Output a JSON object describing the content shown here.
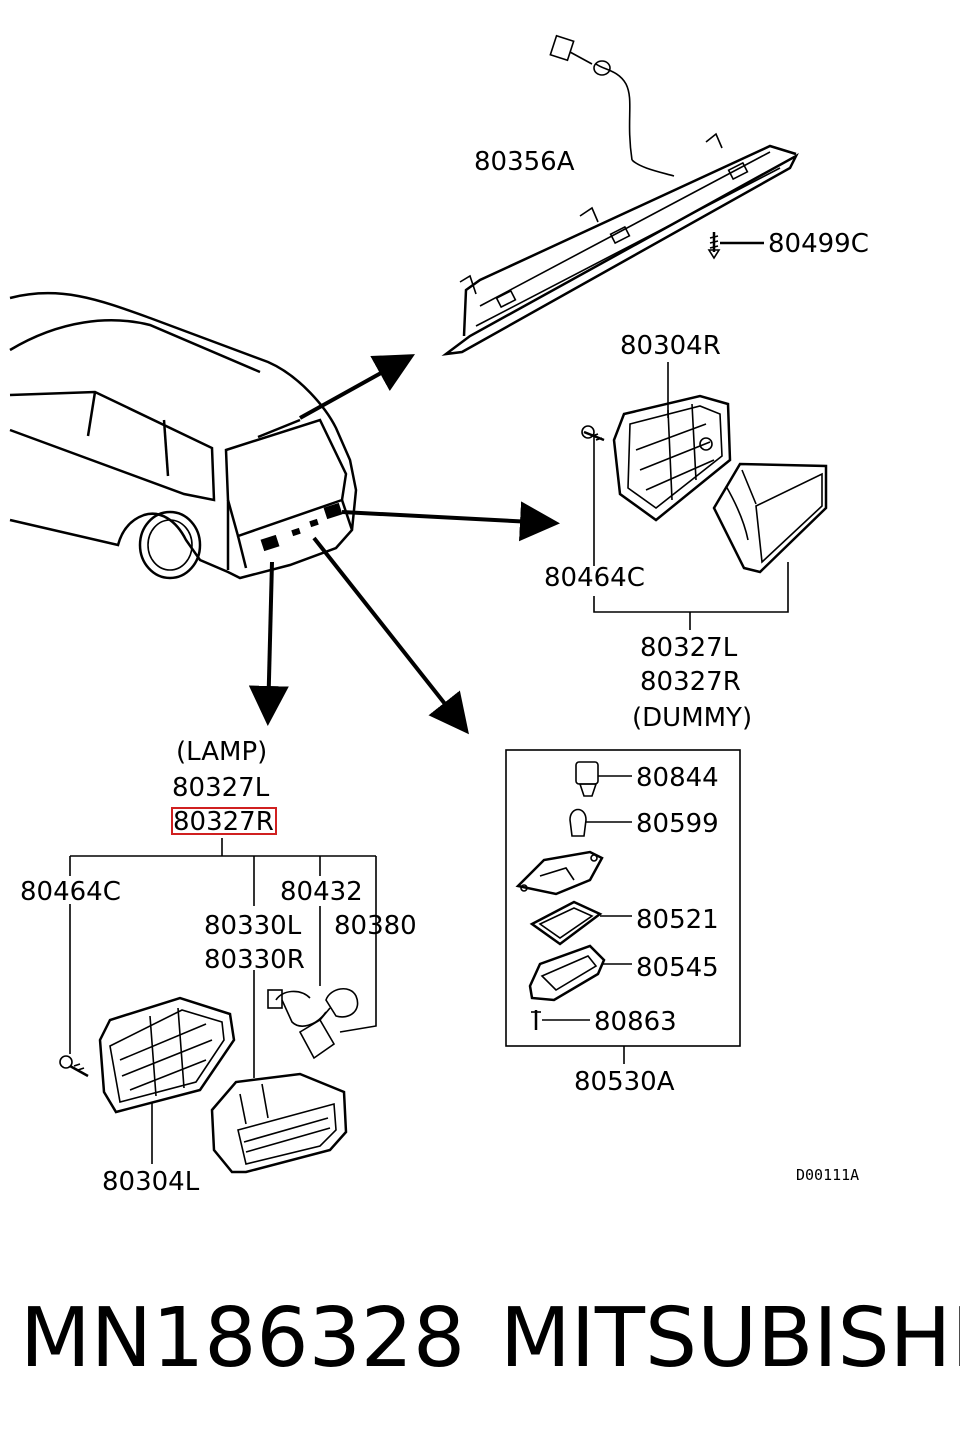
{
  "labels": {
    "p80356a": "80356A",
    "p80499c": "80499C",
    "p80304r": "80304R",
    "p80464c_top": "80464C",
    "p80327l_top": "80327L",
    "p80327r_top": "80327R",
    "dummy": "(DUMMY)",
    "lamp": "(LAMP)",
    "p80327l": "80327L",
    "p80327r_highlight": "80327R",
    "p80464c": "80464C",
    "p80432": "80432",
    "p80330l": "80330L",
    "p80380": "80380",
    "p80330r": "80330R",
    "p80304l": "80304L",
    "p80844": "80844",
    "p80599": "80599",
    "p80521": "80521",
    "p80545": "80545",
    "p80863": "80863",
    "p80530a": "80530A",
    "diagram_code": "D00111A"
  },
  "footer": {
    "part_number": "MN186328",
    "brand": "MITSUBISHI"
  },
  "colors": {
    "highlight_box": "#d02020",
    "ink": "#000000"
  },
  "icons": {
    "car": "car-rear-view-icon",
    "lamp_assembly": "tail-lamp-assembly-icon",
    "screw": "screw-icon"
  }
}
